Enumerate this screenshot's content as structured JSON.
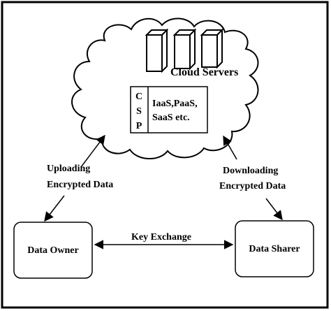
{
  "cloud": {
    "title": "Cloud Servers",
    "csp_letters": [
      "C",
      "S",
      "P"
    ],
    "services_line1": "IaaS,PaaS,",
    "services_line2": "SaaS etc."
  },
  "upload": {
    "line1": "Uploading",
    "line2": "Encrypted Data"
  },
  "download": {
    "line1": "Downloading",
    "line2": "Encrypted Data"
  },
  "owner": {
    "label": "Data Owner"
  },
  "sharer": {
    "label": "Data Sharer"
  },
  "exchange": {
    "label": "Key Exchange"
  }
}
